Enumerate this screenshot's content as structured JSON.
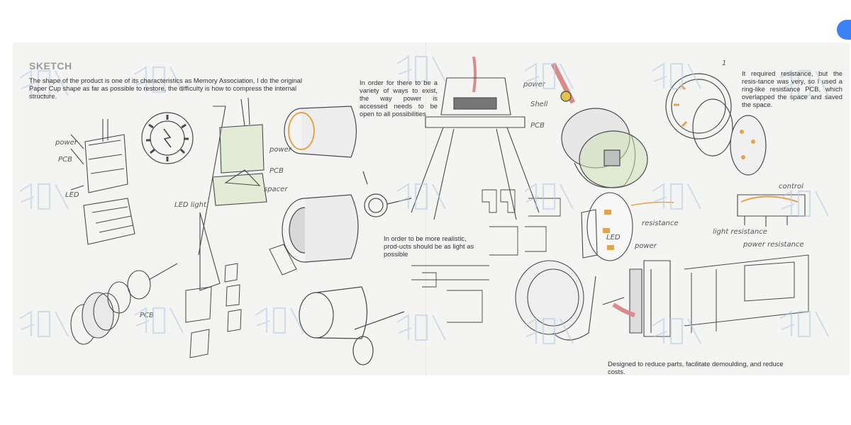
{
  "heading": "SKETCH",
  "captions": {
    "intro": "The shape of the product is one of its characteristics as Memory Association, I do the original Paper Cup shape as far as possible to restore, the difficulty is how to compress the internal structure.",
    "ways": "In order for there to be a variety of ways to exist, the way power is accessed needs to be open to all possibilities",
    "realistic": "In order to be more realistic, prod-ucts should be as light as possible",
    "resistance": "It required resistance, but the resis-tance was very, so I used a ring-like resistance PCB, which overlapped the space and saved the space.",
    "designed": "Designed to reduce parts, facilitate demoulding, and reduce costs."
  },
  "sketch_labels": {
    "power_1": "power",
    "pcb_1": "PCB",
    "led_1": "LED",
    "power_2": "power",
    "pcb_2": "PCB",
    "spacer": "spacer",
    "led_light": "LED light",
    "pcb_3": "PCB",
    "power_3": "power",
    "pcb_4": "PCB",
    "shell": "Shell",
    "resistance_1": "resistance",
    "led_2": "LED",
    "power_4": "power",
    "control": "control",
    "light_resistance": "light resistance",
    "power_resistance": "power resistance",
    "number_1": "1"
  },
  "colors": {
    "sheet": "#f4f4f3",
    "line": "#4a4a4a",
    "accent_cable": "#d98a8a",
    "accent_orange": "#e3a34c",
    "accent_green": "#cfe0b4",
    "watermark": "#b7cbe6",
    "badge": "#3b82f6"
  }
}
